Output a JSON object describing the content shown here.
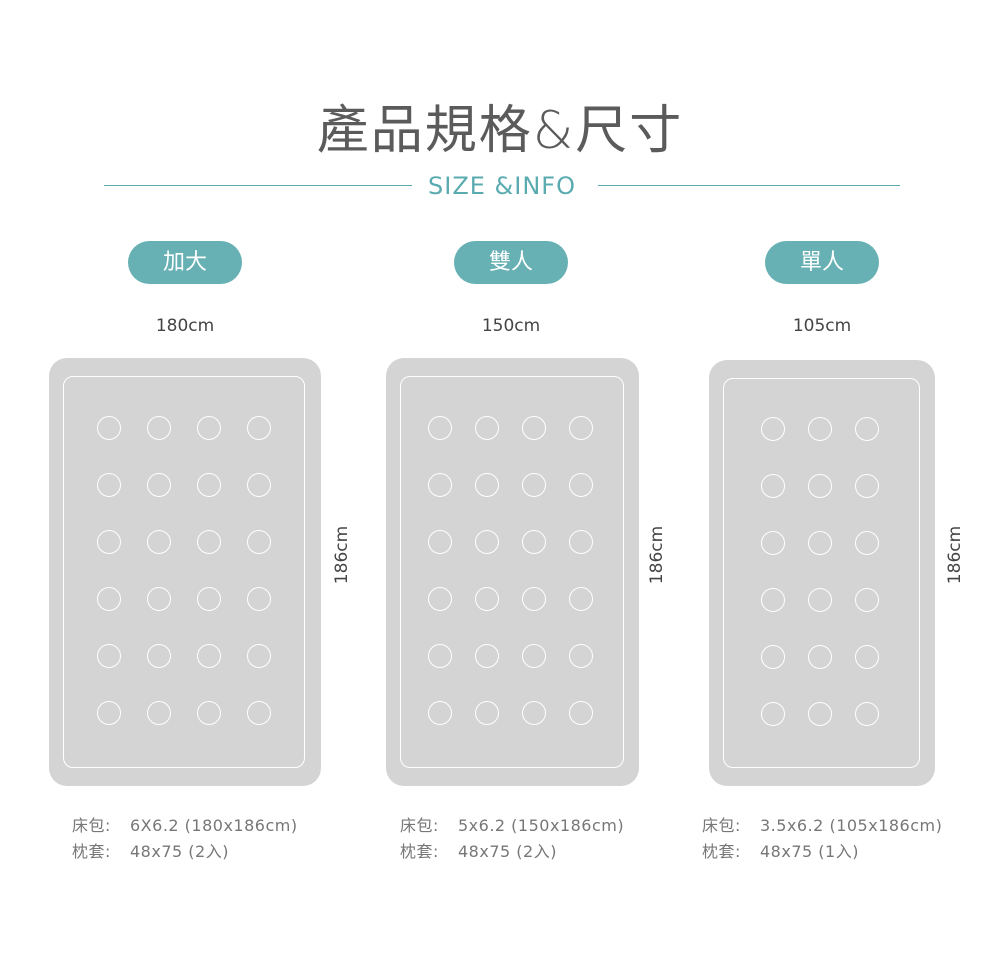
{
  "title": "產品規格&尺寸",
  "subtitle": "SIZE &INFO",
  "beds": [
    {
      "name": "加大",
      "width_label": "180cm",
      "height_label": "186cm",
      "dot_columns": 4,
      "dot_rows": 6,
      "spec": [
        {
          "label": "床包:",
          "value": "6X6.2 (180x186cm)"
        },
        {
          "label": "枕套:",
          "value": "48x75 (2入)"
        }
      ]
    },
    {
      "name": "雙人",
      "width_label": "150cm",
      "height_label": "186cm",
      "dot_columns": 4,
      "dot_rows": 6,
      "spec": [
        {
          "label": "床包:",
          "value": "5x6.2 (150x186cm)"
        },
        {
          "label": "枕套:",
          "value": "48x75 (2入)"
        }
      ]
    },
    {
      "name": "單人",
      "width_label": "105cm",
      "height_label": "186cm",
      "dot_columns": 3,
      "dot_rows": 6,
      "spec": [
        {
          "label": "床包:",
          "value": "3.5x6.2 (105x186cm)"
        },
        {
          "label": "枕套:",
          "value": "48x75 (1入)"
        }
      ]
    }
  ],
  "colors": {
    "accent": "#67b0b4",
    "bed": "#d4d4d4",
    "text": "#5b5b5b"
  }
}
